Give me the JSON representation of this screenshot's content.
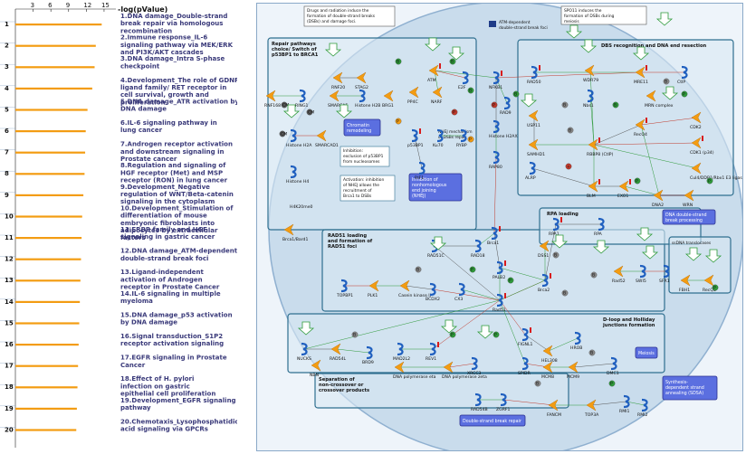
{
  "chart_data": {
    "type": "bar",
    "xlabel": "-log(pValue)",
    "xticks": [
      3,
      6,
      9,
      12,
      15
    ],
    "xlim": [
      0,
      17
    ],
    "bar_color": "#f39c12",
    "categories": [
      {
        "rank": "1",
        "label": "1.DNA damage_Double-strand break repair via homologous recombination",
        "value": 14.6
      },
      {
        "rank": "2",
        "label": "2.Immune response_IL-6 signaling pathway via MEK/ERK and PI3K/AKT cascades",
        "value": 13.6
      },
      {
        "rank": "3",
        "label": "3.DNA damage_Intra S-phase checkpoint",
        "value": 13.4
      },
      {
        "rank": "4",
        "label": "4.Development_The role of GDNF ligand family/ RET receptor in cell survival, growth and proliferation",
        "value": 13.0
      },
      {
        "rank": "5",
        "label": "5.DNA damage_ATR activation by DNA damage",
        "value": 12.2
      },
      {
        "rank": "6",
        "label": "6.IL-6 signaling pathway in lung cancer",
        "value": 11.9
      },
      {
        "rank": "7",
        "label": "7.Androgen receptor activation and downstream signaling in Prostate cancer",
        "value": 11.8
      },
      {
        "rank": "8",
        "label": "8.Regulation and signaling of HGF receptor (Met) and MSP receptor (RON) in lung cancer",
        "value": 11.7
      },
      {
        "rank": "9",
        "label": "9.Development_Negative regulation of WNT/Beta-catenin signaling in the cytoplasm",
        "value": 11.5
      },
      {
        "rank": "10",
        "label": "10.Development_Stimulation of differentiation of mouse embryonic fibroblasts into adipocytes by extracellular factors",
        "value": 11.3
      },
      {
        "rank": "11",
        "label": "11.ERBB family and HGF signaling in gastric cancer",
        "value": 11.2
      },
      {
        "rank": "12",
        "label": "12.DNA damage_ATM-dependent double-strand break foci",
        "value": 11.1
      },
      {
        "rank": "13",
        "label": "13.Ligand-independent activation of Androgen receptor in Prostate Cancer",
        "value": 11.0
      },
      {
        "rank": "14",
        "label": "14.IL-6 signaling in multiple myeloma",
        "value": 10.9
      },
      {
        "rank": "15",
        "label": "15.DNA damage_p53 activation by DNA damage",
        "value": 10.8
      },
      {
        "rank": "16",
        "label": "16.Signal transduction_S1P2 receptor activation signaling",
        "value": 10.7
      },
      {
        "rank": "17",
        "label": "17.EGFR signaling in Prostate Cancer",
        "value": 10.6
      },
      {
        "rank": "18",
        "label": "18.Effect of H. pylori infection on gastric epithelial cell proliferation",
        "value": 10.5
      },
      {
        "rank": "19",
        "label": "19.Development_EGFR signaling pathway",
        "value": 10.4
      },
      {
        "rank": "20",
        "label": "20.Chemotaxis_Lysophosphatidic acid signaling via GPCRs",
        "value": 10.3
      }
    ]
  },
  "map": {
    "notes": {
      "drugs": "Drugs and radiation induce the formation of double-strand breaks (DSBs) and damage foci.",
      "spo11": "SPO11 induces the formation of DSBs during meiosis",
      "atm_foci": "ATM-dependent double-strand break foci",
      "inhibition": "Inhibition: exclusion of p53BP1 from nucleosomes",
      "activation": "Activation: inhibition of NHEJ allows the recruitment of Brca1 to DSBs",
      "nhej": "NHEJ mechanism of DSBs repair",
      "ssdna": "ssDNA translocases"
    },
    "sections": {
      "repair_choice": "Repair pathways choice/ Switch of p53BP1 to BRCA1",
      "dbs_recognition": "DBS recognition and DNA end resection",
      "rad51": "RAD51 loading and formation of RAD51 foci",
      "rpa": "RPA loading",
      "dloop": "D-loop and Holliday junctions formation",
      "separation": "Separation of non-crossover or crossover products"
    },
    "process_boxes": {
      "chromatin": "Chromatin remodeling",
      "nhej_box": "Inhibition of nonhomologous end joining (NHEJ)",
      "dna_processing": "DNA double-strand break processing",
      "meiosis": "Meiosis",
      "sdsa": "Synthesis-dependent strand annealing (SDSA)",
      "dsb_repair": "Double-strand break repair"
    },
    "nodes": {
      "rnf168": "RNF168",
      "ring1": "RING1",
      "rnf20": "RNF20",
      "stag2": "STAG2",
      "atm": "ATM",
      "nfkb": "NFKB1",
      "smarca5": "SMARCA5",
      "hist2b": "Histone H2B",
      "brg1": "BRG1",
      "pppp": "PP4C",
      "narf": "NARF",
      "e2f": "E2F",
      "mre11": "MRE11",
      "rad50": "RAD50",
      "wdr79": "WDR79",
      "ctip": "CtIP",
      "mrn": "MRN complex",
      "usp11": "USP11",
      "nbs1": "Nbs1",
      "samhd1": "SAMHD1",
      "alrp": "ALRP",
      "rbbp8": "RBBP8 (CtIP)",
      "recq4": "RecQ4",
      "blm": "BLM",
      "exo1": "EXO1",
      "dna2": "DNA2",
      "wrn": "WRN",
      "cdk2": "CDK2",
      "cdk1": "CDK1 (p34)",
      "cul4": "Cul4/DDB1/Rbx1 E3 ligase",
      "h2ax": "Histone H2AX",
      "ku70": "Ku70",
      "rybp": "RYBP",
      "p53bp1": "p53BP1",
      "rif1": "RIF1",
      "rap80": "RAP80",
      "hist_h2a": "Histone H2A",
      "smarcad1": "SMARCAD1",
      "hist_h4": "Histone H4",
      "h4k20": "H4K20me0",
      "brca1bard1": "Brca1/Bard1",
      "brca1": "Brca1",
      "rad51c": "RAD51C",
      "rad18": "RAD18",
      "dss1": "DSS1",
      "rpa1": "RPA1",
      "rpa": "RPA",
      "palb2": "PALB2",
      "brca2": "Brca2",
      "rad52": "Rad52",
      "swi5": "SWI5",
      "sfr1": "SFR1",
      "fbh1": "FBH1",
      "recq5": "RecQ5",
      "topbp1": "TOPBP1",
      "plk1": "PLK1",
      "ck2": "Casein kinase II",
      "bcdx2": "BCDX2",
      "cx3": "CX3",
      "rad51": "Rad51",
      "nucks": "NUCKS",
      "rad54l": "RAD54L",
      "brd9": "BRD9",
      "mad2l": "MAD2L2",
      "rev1": "REV1",
      "figl1": "FIGNL1",
      "hel308": "HEL308",
      "hrob": "HROB",
      "nbn": "NBN",
      "poleta": "DNA polymerase eta",
      "polzeta": "DNA polymerase zeta",
      "xrcc3": "XRCC3",
      "spidr": "SPIDR",
      "mcm8": "MCM8",
      "mcm9": "MCM9",
      "dmc1": "DMC1",
      "rad54b": "RAD54B",
      "zgrf1": "ZGRF1",
      "fancm": "FANCM",
      "top3a": "TOP3A",
      "rmi1": "RMI1",
      "rmi2": "RMI2",
      "atm_foci_node": "ATM",
      "rad9": "RAD9"
    },
    "marks": {
      "cm": "CM",
      "p": "P",
      "b": "B",
      "plus": "+",
      "minus": "-"
    }
  }
}
